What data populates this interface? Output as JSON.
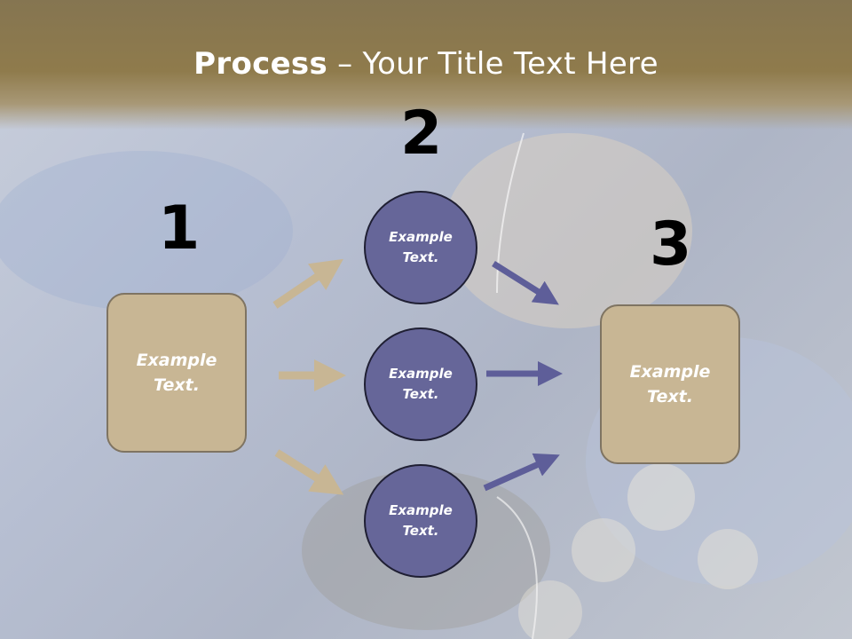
{
  "title": {
    "bold": "Process",
    "rest": " – Your Title Text Here"
  },
  "steps": [
    {
      "number": "1",
      "label": "Example\nText."
    },
    {
      "number": "2",
      "items": [
        "Example\nText.",
        "Example\nText.",
        "Example\nText."
      ]
    },
    {
      "number": "3",
      "label": "Example\nText."
    }
  ],
  "colors": {
    "box_fill": "#c8b694",
    "circle_fill": "#666699",
    "arrow_tan": "#c8b694",
    "arrow_purple": "#5e5e99",
    "header": "#8f7b4c"
  }
}
